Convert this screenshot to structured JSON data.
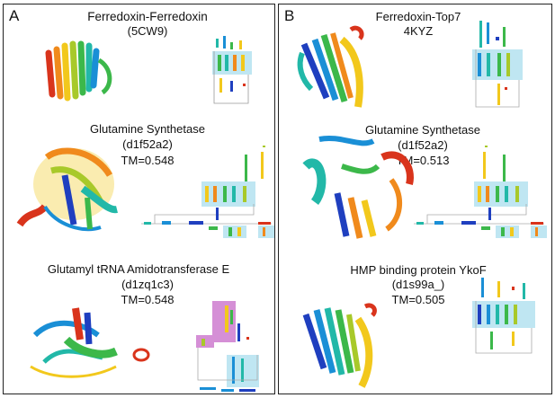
{
  "panels": {
    "A": {
      "label": "A",
      "entries": [
        {
          "title": "Ferredoxin-Ferredoxin",
          "id": "(5CW9)",
          "tm": ""
        },
        {
          "title": "Glutamine Synthetase",
          "id": "(d1f52a2)",
          "tm": "TM=0.548"
        },
        {
          "title": "Glutamyl tRNA Amidotransferase E",
          "id": "(d1zq1c3)",
          "tm": "TM=0.548"
        }
      ]
    },
    "B": {
      "label": "B",
      "entries": [
        {
          "title": "Ferredoxin-Top7",
          "id": "4KYZ",
          "tm": ""
        },
        {
          "title": "Glutamine Synthetase",
          "id": "(d1f52a2)",
          "tm": "TM=0.513"
        },
        {
          "title": "HMP binding protein YkoF",
          "id": "(d1s99a_)",
          "tm": "TM=0.505"
        }
      ]
    }
  },
  "colors": {
    "highlight_box": "#bfe6f2",
    "highlight_box_pink": "#d58fd6",
    "rainbow": [
      "#1f3fbf",
      "#1a8fd6",
      "#22b8a8",
      "#3cb84a",
      "#a8c92a",
      "#f2c81c",
      "#f08a1c",
      "#d9341c"
    ]
  }
}
